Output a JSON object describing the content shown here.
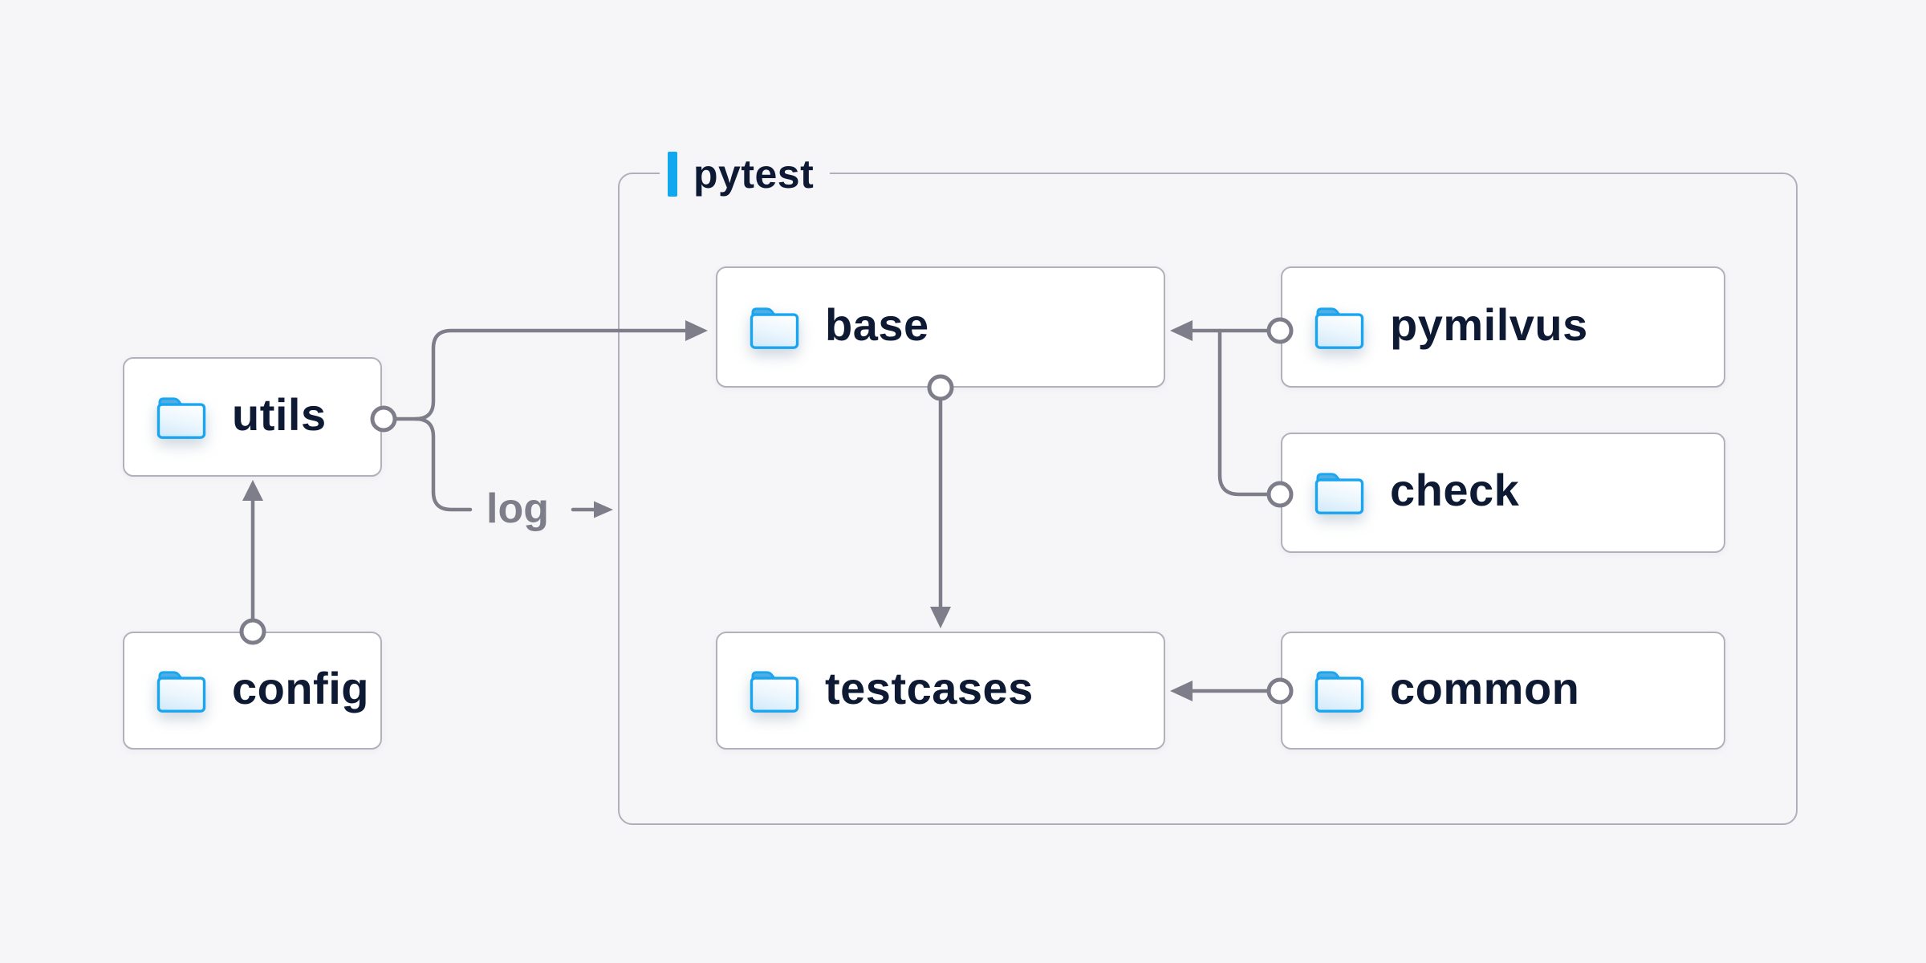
{
  "container": {
    "label": "pytest"
  },
  "nodes": {
    "utils": {
      "label": "utils"
    },
    "config": {
      "label": "config"
    },
    "base": {
      "label": "base"
    },
    "pymilvus": {
      "label": "pymilvus"
    },
    "check": {
      "label": "check"
    },
    "testcases": {
      "label": "testcases"
    },
    "common": {
      "label": "common"
    }
  },
  "edge_label": "log",
  "edges": [
    {
      "from": "utils",
      "to": "base",
      "style": "elbow-arrow"
    },
    {
      "from": "utils",
      "to": "log",
      "style": "elbow-label"
    },
    {
      "from": "config",
      "to": "utils",
      "style": "straight-arrow-up"
    },
    {
      "from": "base",
      "to": "testcases",
      "style": "straight-arrow-down"
    },
    {
      "from": "pymilvus",
      "to": "base",
      "style": "straight-arrow-left"
    },
    {
      "from": "check",
      "to": "base",
      "style": "elbow-merge"
    },
    {
      "from": "common",
      "to": "testcases",
      "style": "straight-arrow-left"
    }
  ],
  "colors": {
    "page_background": "#f6f6f8",
    "node_background": "#ffffff",
    "node_border": "#b1b1bd",
    "container_border": "#b0b0bc",
    "node_text": "#0e1a34",
    "edge_line": "#7e7e8a",
    "edge_label_text": "#7e7e8a",
    "accent_bar": "#10a9f0",
    "folder_outline": "#19a5f0",
    "folder_tab": "#51aee3",
    "folder_fill_top": "#fdfeff",
    "folder_fill_bottom": "#d3eafa"
  },
  "icons": {
    "node_icon": "folder-icon",
    "connector_start": "ring-connector",
    "connector_end": "arrowhead"
  }
}
